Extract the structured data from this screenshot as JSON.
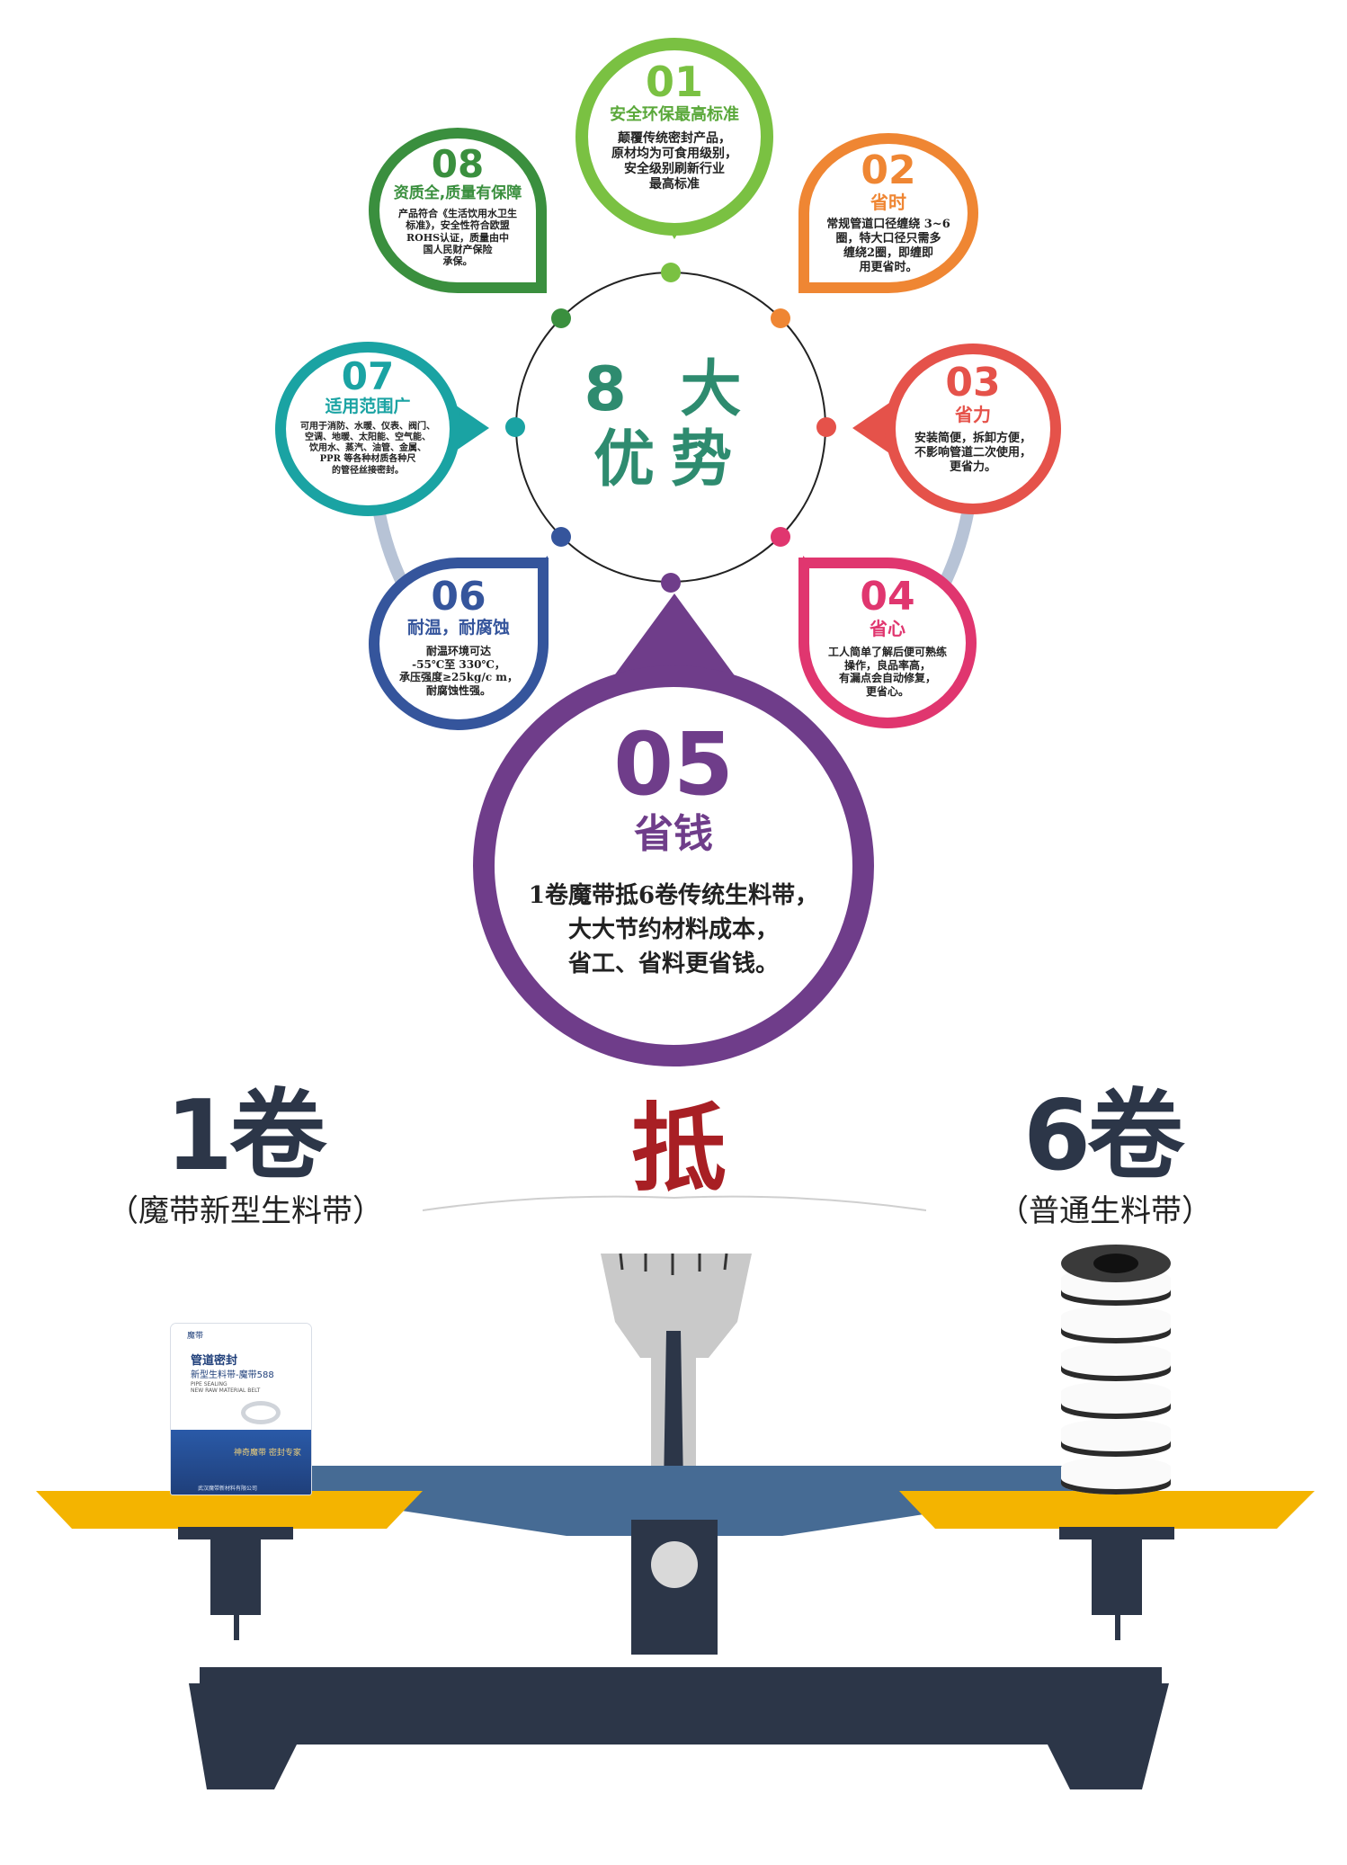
{
  "center": {
    "title": "8 大\n优势"
  },
  "advantages": [
    {
      "number": "01",
      "title": "安全环保最高标准",
      "text": "颠覆传统密封产品，\n原材均为可食用级别，\n安全级别刷新行业\n最高标准",
      "color": "#7ac142"
    },
    {
      "number": "02",
      "title": "省时",
      "text": "常规管道口径缠绕 3~6\n圈，特大口径只需多\n缠绕2圈，即缠即\n用更省时。",
      "color": "#ef8633"
    },
    {
      "number": "03",
      "title": "省力",
      "text": "安装简便，拆卸方便，\n不影响管道二次使用，\n更省力。",
      "color": "#e5524a"
    },
    {
      "number": "04",
      "title": "省心",
      "text": "工人简单了解后便可熟练\n操作，良品率高，\n有漏点会自动修复，\n更省心。",
      "color": "#e0366f"
    },
    {
      "number": "05",
      "title": "省钱",
      "text": "1卷魔带抵6卷传统生料带，\n大大节约材料成本，\n省工、省料更省钱。",
      "color": "#6f3d8a"
    },
    {
      "number": "06",
      "title": "耐温，耐腐蚀",
      "text": "耐温环境可达\n-55℃至 330℃，\n承压强度≥25kg/c m，\n耐腐蚀性强。",
      "color": "#35559c"
    },
    {
      "number": "07",
      "title": "适用范围广",
      "text": "可用于消防、水暖、仪表、阀门、\n空调、地暖、太阳能、空气能、\n饮用水、蒸汽、油管、金属、\nPPR 等各种材质各种尺\n的管径丝接密封。",
      "color": "#1aa3a3"
    },
    {
      "number": "08",
      "title": "资质全,质量有保障",
      "text": "产品符合《生活饮用水卫生\n标准》，安全性符合欧盟\nROHS认证，质量由中\n国人民财产保险\n承保。",
      "color": "#3a8f3e"
    }
  ],
  "comparison": {
    "left_count": "1卷",
    "left_label": "（魔带新型生料带）",
    "vs": "抵",
    "right_count": "6卷",
    "right_label": "（普通生料带）"
  },
  "package": {
    "brand": "魔带",
    "tagline": "管道密封",
    "product_line": "新型生料带-魔带588",
    "english": "PIPE SEALING\nNEW RAW MATERIAL BELT",
    "slogan": "神奇魔带 密封专家",
    "maker": "武汉魔带新材料有限公司"
  },
  "colors": {
    "scale_dark": "#2c3648",
    "scale_beam": "#466b94",
    "pan": "#f4b400",
    "center_text": "#2e8b6f"
  }
}
